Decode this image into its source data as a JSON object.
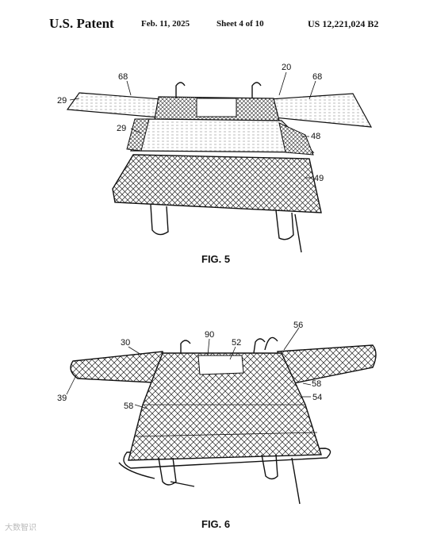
{
  "header": {
    "office": "U.S. Patent",
    "date": "Feb. 11, 2025",
    "sheet": "Sheet 4 of 10",
    "number": "US 12,221,024 B2"
  },
  "fig5": {
    "caption": "FIG. 5",
    "refs": [
      "68",
      "20",
      "68",
      "29",
      "29",
      "48",
      "49"
    ]
  },
  "fig6": {
    "caption": "FIG. 6",
    "refs": [
      "90",
      "56",
      "30",
      "52",
      "58",
      "54",
      "39",
      "58"
    ]
  },
  "watermark": "大数智识"
}
